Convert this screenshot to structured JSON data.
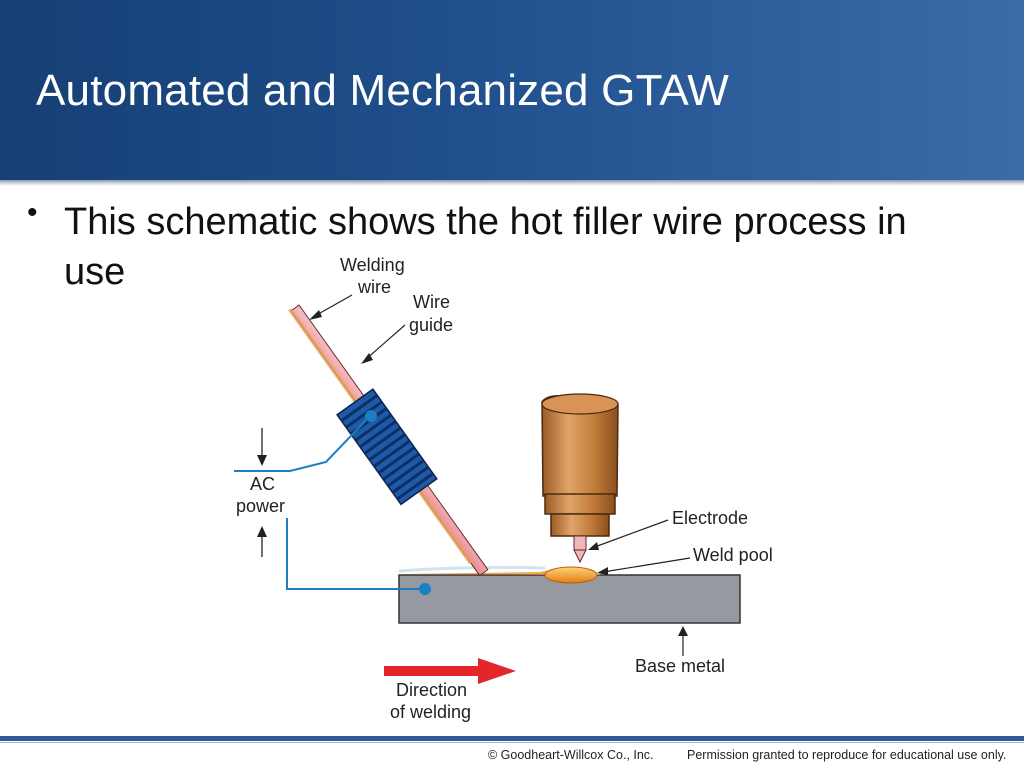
{
  "slide": {
    "title": "Automated and Mechanized GTAW",
    "bullet": "This schematic shows the hot filler wire process in use"
  },
  "diagram": {
    "labels": {
      "welding_wire_1": "Welding",
      "welding_wire_2": "wire",
      "wire_guide_1": "Wire",
      "wire_guide_2": "guide",
      "ac_power_1": "AC",
      "ac_power_2": "power",
      "electrode": "Electrode",
      "weld_pool": "Weld pool",
      "base_metal": "Base metal",
      "direction_1": "Direction",
      "direction_2": "of welding"
    },
    "colors": {
      "wire": "#f0a0a6",
      "wire_guide": "#1e5aa8",
      "torch": "#c07a3a",
      "weld_pool": "#f39a1e",
      "base_metal": "#969aa0",
      "circuit": "#1d7fc1",
      "arrow": "#e3262b"
    }
  },
  "footer": {
    "copyright": "© Goodheart-Willcox Co., Inc.",
    "permission": "Permission granted to reproduce for educational use only."
  }
}
